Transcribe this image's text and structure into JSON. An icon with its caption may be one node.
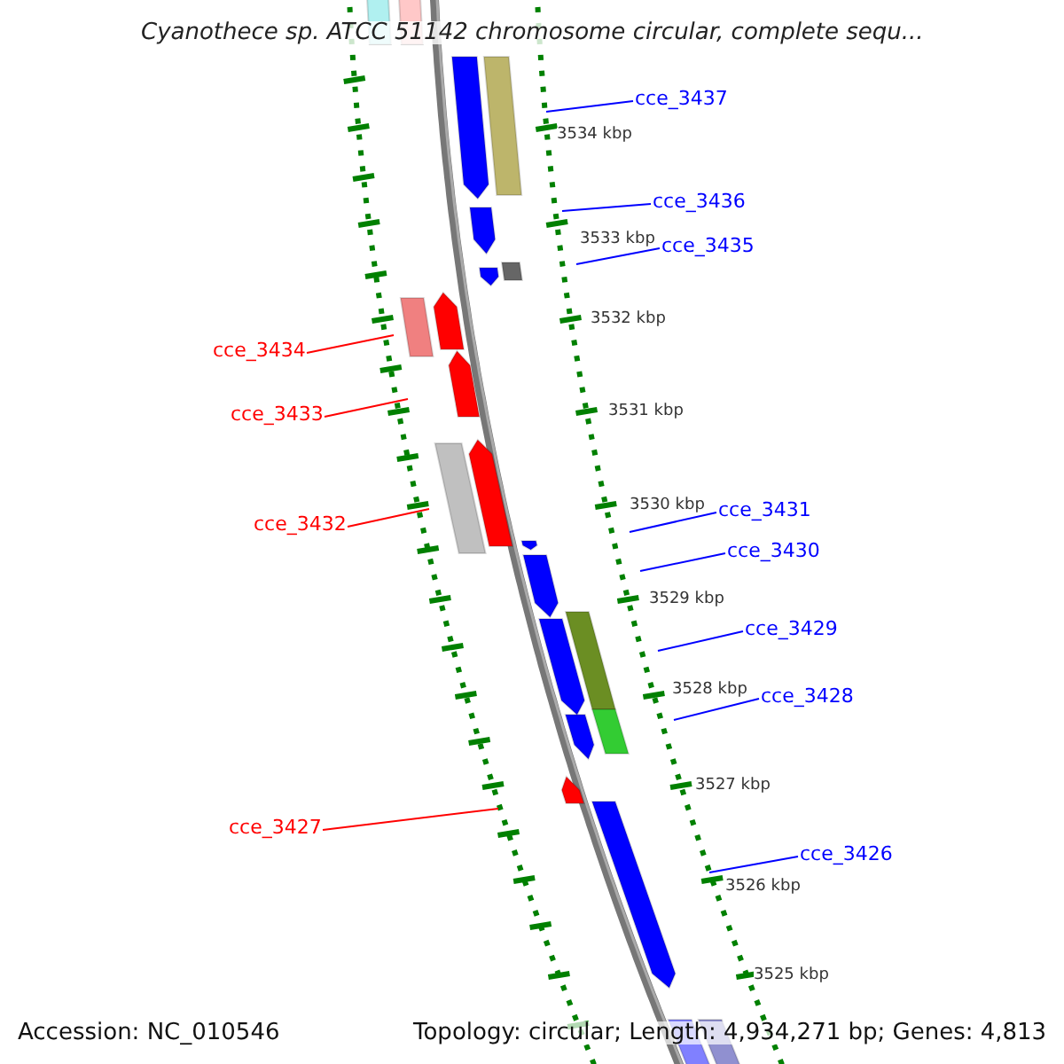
{
  "diagram": {
    "title": "Cyanothece sp. ATCC 51142 chromosome circular, complete sequ...",
    "nodes": [
      {
        "text": [
          "cce_3437"
        ]
      },
      {
        "text": [
          "cce_3436"
        ]
      },
      {
        "text": [
          "cce_3435"
        ]
      },
      {
        "text": [
          "cce_3434"
        ]
      },
      {
        "text": [
          "cce_3433"
        ]
      },
      {
        "text": [
          "cce_3432"
        ]
      },
      {
        "text": [
          "cce_3431"
        ]
      },
      {
        "text": [
          "cce_3430"
        ]
      },
      {
        "text": [
          "cce_3429"
        ]
      },
      {
        "text": [
          "cce_3428"
        ]
      },
      {
        "text": [
          "cce_3427"
        ]
      },
      {
        "text": [
          "cce_3426"
        ]
      }
    ],
    "edges": [
      {
        "from": 0,
        "to": null,
        "arrow": "none"
      },
      {
        "from": 1,
        "to": null,
        "arrow": "none"
      },
      {
        "from": 2,
        "to": null,
        "arrow": "none"
      },
      {
        "from": 3,
        "to": null,
        "arrow": "none",
        "color": "#ff0000"
      },
      {
        "from": 4,
        "to": null,
        "arrow": "none",
        "color": "#ff0000"
      },
      {
        "from": 5,
        "to": null,
        "arrow": "none",
        "color": "#ff0000"
      },
      {
        "from": 6,
        "to": null,
        "arrow": "none"
      },
      {
        "from": 7,
        "to": null,
        "arrow": "none"
      },
      {
        "from": 8,
        "to": null,
        "arrow": "none"
      },
      {
        "from": 9,
        "to": null,
        "arrow": "none"
      },
      {
        "from": 10,
        "to": null,
        "arrow": "none",
        "color": "#ff0000"
      },
      {
        "from": 11,
        "to": null,
        "arrow": "none"
      }
    ],
    "labels": [
      "3534 kbp",
      "3533 kbp",
      "3532 kbp",
      "3531 kbp",
      "3530 kbp",
      "3529 kbp",
      "3528 kbp",
      "3527 kbp",
      "3526 kbp",
      "3525 kbp",
      "Accession: NC_010546",
      "Topology: circular; Length: 4,934,271 bp; Genes: 4,813"
    ]
  }
}
